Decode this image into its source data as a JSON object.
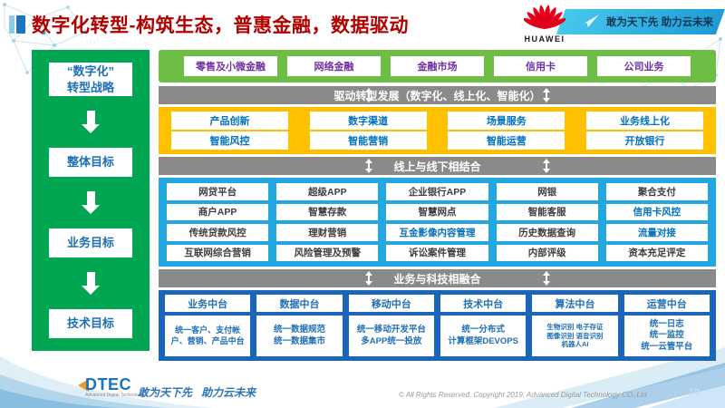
{
  "slide": {
    "title": "数字化转型-构筑生态，普惠金融，数据驱动",
    "page_number": "10"
  },
  "header": {
    "logo_word": "HUAWEI",
    "banner_slogan": "敢为天下先 助力云未来"
  },
  "strategy_panel": {
    "items": [
      "“数字化”\n转型战略",
      "整体目标",
      "业务目标",
      "技术目标"
    ]
  },
  "business_lines": [
    "零售及小微金融",
    "网络金融",
    "金融市场",
    "信用卡",
    "公司业务"
  ],
  "bars": {
    "drive": "驱动转型发展（数字化、线上化、智能化）",
    "online_offline": "线上与线下相结合",
    "tech_fusion": "业务与科技相融合"
  },
  "capabilities": {
    "rows": [
      [
        "产品创新",
        "数字渠道",
        "场景服务",
        "业务线上化"
      ],
      [
        "智能风控",
        "智能营销",
        "智能运营",
        "开放银行"
      ]
    ]
  },
  "channels": {
    "rows": [
      [
        "网贷平台",
        "超级APP",
        "企业银行APP",
        "网银",
        "聚合支付"
      ],
      [
        "商户APP",
        "智慧存款",
        "智慧网点",
        "智能客服",
        "信用卡风控"
      ],
      [
        "传统贷款风控",
        "理财营销",
        "互金影像内容管理",
        "历史数据查询",
        "流量对接"
      ],
      [
        "互联网综合营销",
        "风险管理及预警",
        "诉讼案件管理",
        "内部评级",
        "资本充足评定"
      ]
    ],
    "blue_text_items": [
      "信用卡风控",
      "互金影像内容管理",
      "流量对接"
    ]
  },
  "platforms": {
    "columns": [
      {
        "name": "业务中台",
        "detail": "统一客户、支付帐户、营销、产品中台"
      },
      {
        "name": "数据中台",
        "detail": "统一数据规范\n统一数据集市"
      },
      {
        "name": "移动中台",
        "detail": "统一移动开发平台\n多APP统一投放"
      },
      {
        "name": "技术中台",
        "detail": "统一分布式\n计算框架DEVOPS"
      },
      {
        "name": "算法中台",
        "detail": "生物识别 电子存证\n图像识别 语音识别\n机器人AI"
      },
      {
        "name": "运营中台",
        "detail": "统一日志\n统一监控\n统一云管平台"
      }
    ]
  },
  "footer": {
    "logo_word": "DTEC",
    "logo_sub": "Advanced Digital Technology",
    "slogan": "敢为天下先   助力云未来",
    "copyright": "© All Rights Reserved. Copyright 2019. Advanced Digital Technology CO.,Ltd"
  },
  "colors": {
    "title": "#B00000",
    "green_panel": "#00A651",
    "green_band": "#6EBE45",
    "yellow": "#FFC000",
    "gray_bar": "#8A8A8A",
    "light_blue": "#22A7E0",
    "dark_blue": "#1B66B8",
    "box_text_blue": "#1F6FB5",
    "purple_text": "#7030A0"
  }
}
